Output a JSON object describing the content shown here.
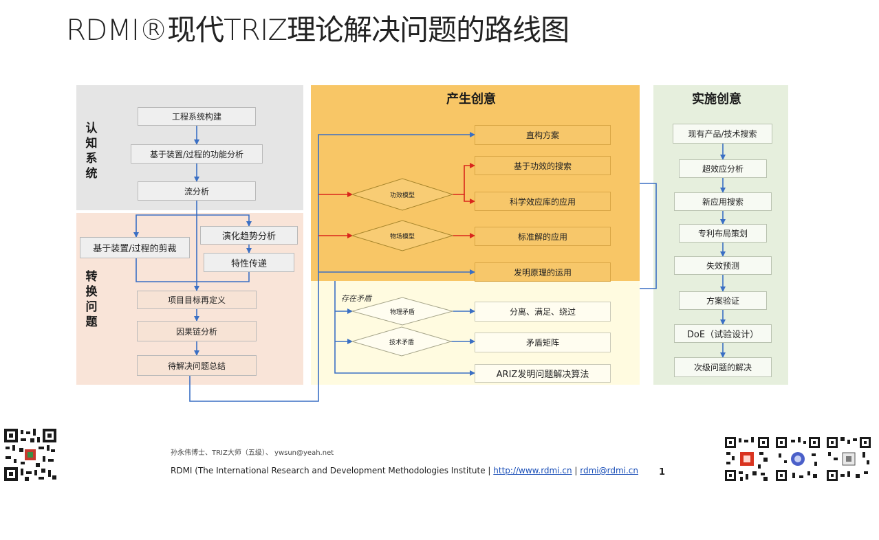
{
  "title": "RDMI®现代TRIZ理论解决问题的路线图",
  "panels": {
    "recognize": {
      "label": "认知系统",
      "color": "#e5e5e5"
    },
    "transform": {
      "label": "转换问题",
      "color": "#f9e4d8"
    },
    "generate": {
      "label": "产生创意",
      "color": "#f8c666"
    },
    "contradiction_zone": {
      "color": "#fffbe0"
    },
    "implement": {
      "label": "实施创意",
      "color": "#e6efdd"
    }
  },
  "recognize_boxes": [
    "工程系统构建",
    "基于装置/过程的功能分析",
    "流分析"
  ],
  "transform_boxes": {
    "trim": "基于装置/过程的剪裁",
    "evolution": "演化趋势分析",
    "transfer": "特性传递",
    "redefine": "项目目标再定义",
    "causal": "因果链分析",
    "summary": "待解决问题总结"
  },
  "generate_diamonds": {
    "function_model": "功效模型",
    "substance_field": "物场模型"
  },
  "generate_boxes": {
    "direct": "直构方案",
    "function_search": "基于功效的搜索",
    "effects_db": "科学效应库的应用",
    "standard": "标准解的应用",
    "principles": "发明原理的运用"
  },
  "contradiction": {
    "label": "存在矛盾",
    "physical": "物理矛盾",
    "technical": "技术矛盾",
    "separation": "分离、满足、绕过",
    "matrix": "矛盾矩阵",
    "ariz": "ARIZ发明问题解决算法"
  },
  "implement_boxes": [
    "现有产品/技术搜索",
    "超效应分析",
    "新应用搜索",
    "专利布局策划",
    "失效预测",
    "方案验证",
    "DoE（试验设计）",
    "次级问题的解决"
  ],
  "footer": {
    "author": "孙永伟博士、TRIZ大师（五级）、 ywsun@yeah.net",
    "org": "RDMI (The International Research and Development Methodologies Institute | ",
    "url": "http://www.rdmi.cn",
    "sep": " | ",
    "email": "rdmi@rdmi.cn",
    "page": "1"
  },
  "colors": {
    "blue_arrow": "#3a6fc4",
    "red_arrow": "#d9261c"
  }
}
